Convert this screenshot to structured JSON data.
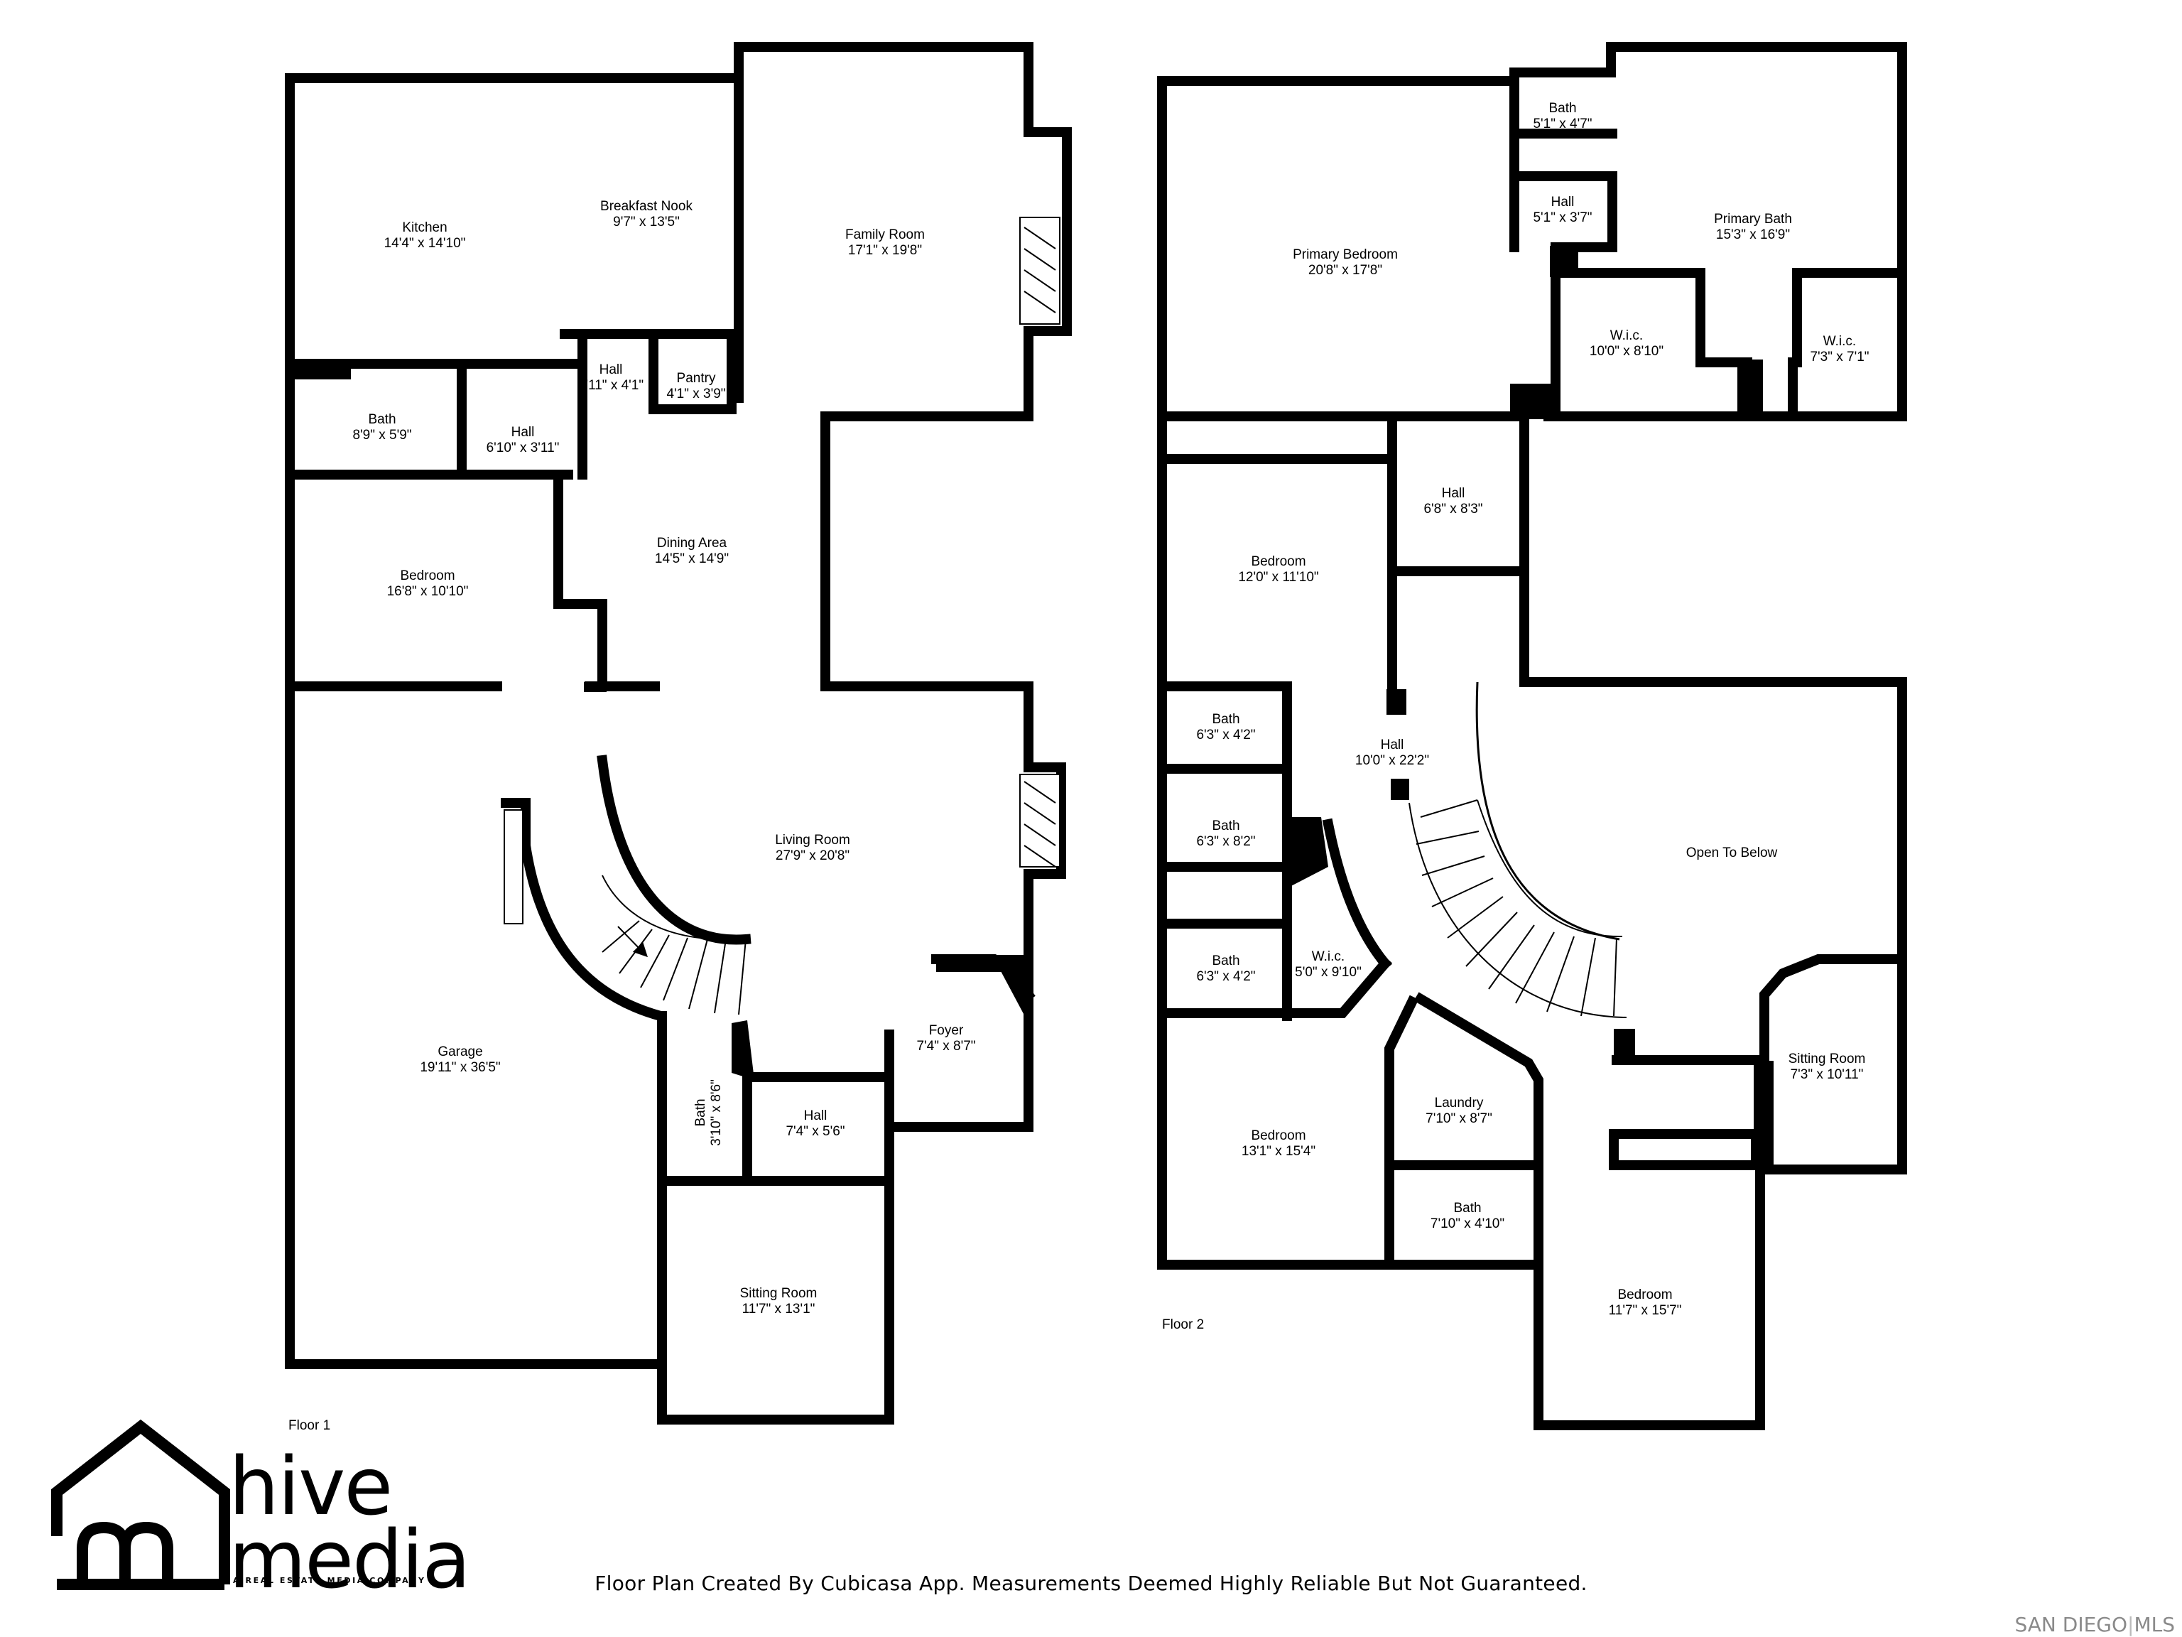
{
  "floor1": {
    "label": "Floor 1",
    "rooms": [
      {
        "id": "kitchen",
        "name": "Kitchen",
        "dims": "14'4\" x 14'10\""
      },
      {
        "id": "breakfast-nook",
        "name": "Breakfast Nook",
        "dims": "9'7\" x 13'5\""
      },
      {
        "id": "family-room",
        "name": "Family Room",
        "dims": "17'1\" x 19'8\""
      },
      {
        "id": "hall-a",
        "name": "Hall",
        "dims": "4'11\" x 4'1\""
      },
      {
        "id": "pantry",
        "name": "Pantry",
        "dims": "4'1\" x 3'9\""
      },
      {
        "id": "bath-a",
        "name": "Bath",
        "dims": "8'9\" x 5'9\""
      },
      {
        "id": "hall-b",
        "name": "Hall",
        "dims": "6'10\" x 3'11\""
      },
      {
        "id": "dining-area",
        "name": "Dining Area",
        "dims": "14'5\" x 14'9\""
      },
      {
        "id": "bedroom-1",
        "name": "Bedroom",
        "dims": "16'8\" x 10'10\""
      },
      {
        "id": "living-room",
        "name": "Living Room",
        "dims": "27'9\" x 20'8\""
      },
      {
        "id": "garage",
        "name": "Garage",
        "dims": "19'11\" x 36'5\""
      },
      {
        "id": "foyer",
        "name": "Foyer",
        "dims": "7'4\" x 8'7\""
      },
      {
        "id": "bath-b",
        "name": "Bath",
        "dims": "3'10\" x 8'6\""
      },
      {
        "id": "hall-c",
        "name": "Hall",
        "dims": "7'4\" x 5'6\""
      },
      {
        "id": "sitting-room-1",
        "name": "Sitting Room",
        "dims": "11'7\" x 13'1\""
      }
    ]
  },
  "floor2": {
    "label": "Floor 2",
    "rooms": [
      {
        "id": "bath-c",
        "name": "Bath",
        "dims": "5'1\" x 4'7\""
      },
      {
        "id": "hall-d",
        "name": "Hall",
        "dims": "5'1\" x 3'7\""
      },
      {
        "id": "primary-bedroom",
        "name": "Primary Bedroom",
        "dims": "20'8\" x 17'8\""
      },
      {
        "id": "primary-bath",
        "name": "Primary Bath",
        "dims": "15'3\" x 16'9\""
      },
      {
        "id": "wic-a",
        "name": "W.i.c.",
        "dims": "10'0\" x 8'10\""
      },
      {
        "id": "wic-b",
        "name": "W.i.c.",
        "dims": "7'3\" x 7'1\""
      },
      {
        "id": "hall-e",
        "name": "Hall",
        "dims": "6'8\" x 8'3\""
      },
      {
        "id": "bedroom-2",
        "name": "Bedroom",
        "dims": "12'0\" x 11'10\""
      },
      {
        "id": "bath-d",
        "name": "Bath",
        "dims": "6'3\" x 4'2\""
      },
      {
        "id": "hall-f",
        "name": "Hall",
        "dims": "10'0\" x 22'2\""
      },
      {
        "id": "open-to-below",
        "name": "Open To Below",
        "dims": ""
      },
      {
        "id": "bath-e",
        "name": "Bath",
        "dims": "6'3\" x 8'2\""
      },
      {
        "id": "bath-f",
        "name": "Bath",
        "dims": "6'3\" x 4'2\""
      },
      {
        "id": "wic-c",
        "name": "W.i.c.",
        "dims": "5'0\" x 9'10\""
      },
      {
        "id": "sitting-room-2",
        "name": "Sitting Room",
        "dims": "7'3\" x 10'11\""
      },
      {
        "id": "laundry",
        "name": "Laundry",
        "dims": "7'10\" x 8'7\""
      },
      {
        "id": "bedroom-3",
        "name": "Bedroom",
        "dims": "13'1\" x 15'4\""
      },
      {
        "id": "bath-g",
        "name": "Bath",
        "dims": "7'10\" x 4'10\""
      },
      {
        "id": "bedroom-4",
        "name": "Bedroom",
        "dims": "11'7\" x 15'7\""
      }
    ]
  },
  "footer": {
    "note": "Floor Plan Created By Cubicasa App. Measurements Deemed Highly Reliable But Not Guaranteed."
  },
  "logo": {
    "line1": "hive",
    "line2": "media",
    "tagline": "A REAL ESTATE MEDIA COMPANY"
  },
  "watermark": {
    "left": "SAN DIEGO",
    "right": "MLS"
  },
  "colors": {
    "wall": "#000000",
    "background": "#ffffff",
    "watermark": "#8a8a8a"
  }
}
